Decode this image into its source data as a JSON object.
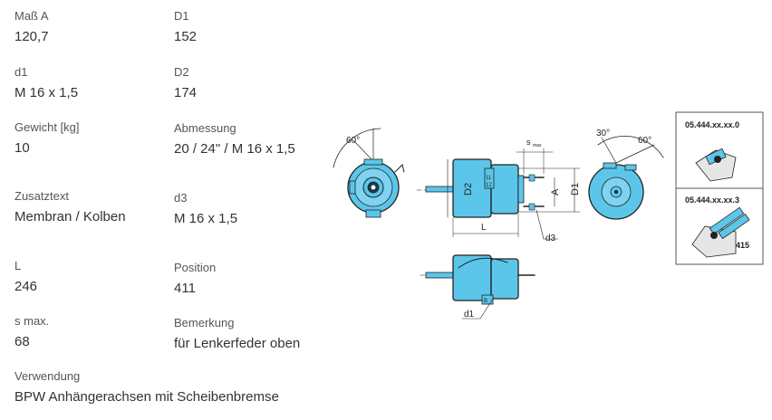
{
  "specs": {
    "mass_a": {
      "label": "Maß A",
      "value": "120,7"
    },
    "d1_dim": {
      "label": "D1",
      "value": "152"
    },
    "d1_thread": {
      "label": "d1",
      "value": "M 16 x 1,5"
    },
    "d2_dim": {
      "label": "D2",
      "value": "174"
    },
    "gewicht": {
      "label": "Gewicht [kg]",
      "value": "10"
    },
    "abmessung": {
      "label": "Abmessung",
      "value": "20 / 24\" / M 16 x 1,5"
    },
    "zusatztext": {
      "label": "Zusatztext",
      "value": "Membran / Kolben"
    },
    "d3": {
      "label": "d3",
      "value": "M 16 x 1,5"
    },
    "l": {
      "label": "L",
      "value": "246"
    },
    "position": {
      "label": "Position",
      "value": "411"
    },
    "s_max": {
      "label": "s max.",
      "value": "68"
    },
    "bemerkung": {
      "label": "Bemerkung",
      "value": "für Lenkerfeder oben"
    },
    "verwendung": {
      "label": "Verwendung",
      "value": "BPW Anhängerachsen mit Scheibenbremse"
    }
  },
  "drawing": {
    "angle_60": "60°",
    "angle_30": "30°",
    "dim_s": "s",
    "dim_s_sub": "max",
    "dim_d2": "D2",
    "dim_a": "A",
    "dim_d1": "D1",
    "dim_l": "L",
    "dim_d3": "d3",
    "dim_d1_thread": "d1",
    "port_11": "11",
    "port_12": "12",
    "port_b": "B",
    "inset_top_code": "05.444.xx.xx.0",
    "inset_bottom_code": "05.444.xx.xx.3",
    "inset_part_no": "415",
    "colors": {
      "body": "#5bc6ea",
      "line": "#222222"
    }
  }
}
